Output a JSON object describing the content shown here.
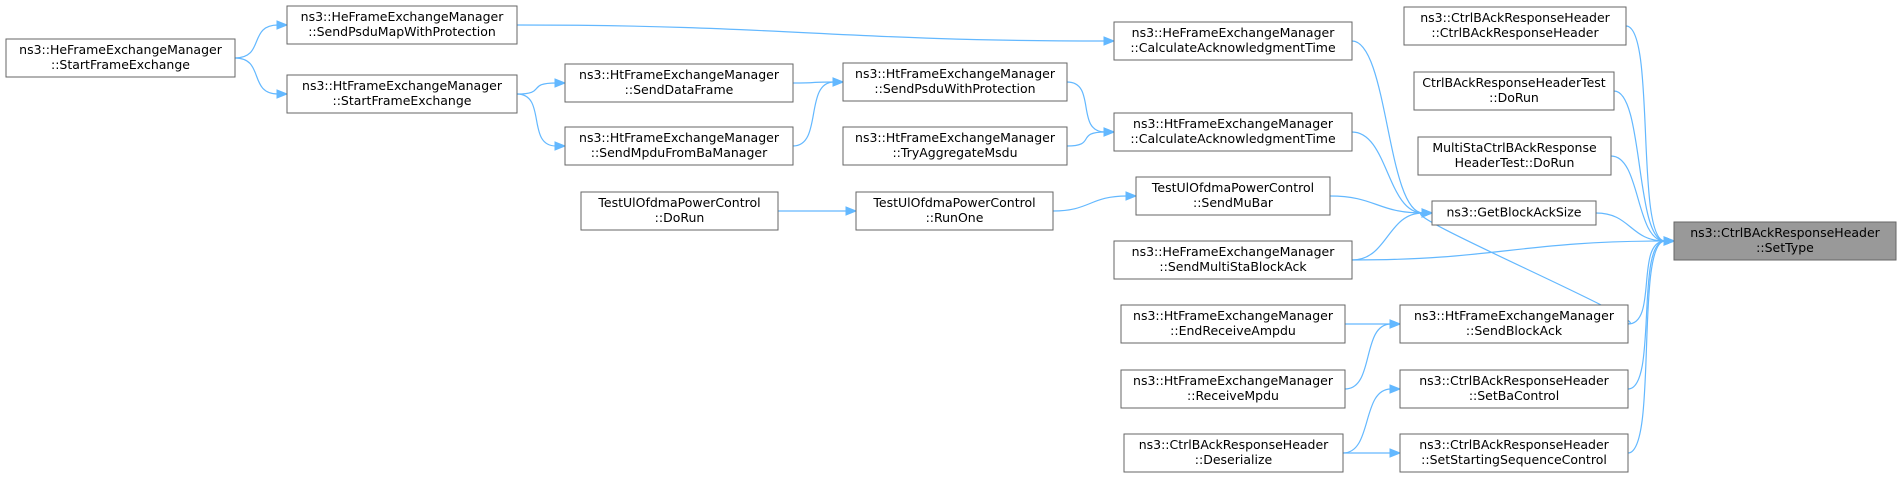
{
  "graph": {
    "nodes": [
      {
        "id": "root",
        "lines": [
          "ns3::CtrlBAckResponseHeader",
          "::SetType"
        ],
        "root": true
      },
      {
        "id": "getBlockAckSize",
        "lines": [
          "ns3::GetBlockAckSize"
        ]
      },
      {
        "id": "ctor",
        "lines": [
          "ns3::CtrlBAckResponseHeader",
          "::CtrlBAckResponseHeader"
        ]
      },
      {
        "id": "test1",
        "lines": [
          "CtrlBAckResponseHeaderTest",
          "::DoRun"
        ]
      },
      {
        "id": "test2",
        "lines": [
          "MultiStaCtrlBAckResponse",
          "HeaderTest::DoRun"
        ]
      },
      {
        "id": "sendBlockAck",
        "lines": [
          "ns3::HtFrameExchangeManager",
          "::SendBlockAck"
        ]
      },
      {
        "id": "setBaControl",
        "lines": [
          "ns3::CtrlBAckResponseHeader",
          "::SetBaControl"
        ]
      },
      {
        "id": "setStartSeq",
        "lines": [
          "ns3::CtrlBAckResponseHeader",
          "::SetStartingSequenceControl"
        ]
      },
      {
        "id": "heCalcAck",
        "lines": [
          "ns3::HeFrameExchangeManager",
          "::CalculateAcknowledgmentTime"
        ]
      },
      {
        "id": "htCalcAck",
        "lines": [
          "ns3::HtFrameExchangeManager",
          "::CalculateAcknowledgmentTime"
        ]
      },
      {
        "id": "sendMuBar",
        "lines": [
          "TestUlOfdmaPowerControl",
          "::SendMuBar"
        ]
      },
      {
        "id": "sendMultiSta",
        "lines": [
          "ns3::HeFrameExchangeManager",
          "::SendMultiStaBlockAck"
        ]
      },
      {
        "id": "endReceive",
        "lines": [
          "ns3::HtFrameExchangeManager",
          "::EndReceiveAmpdu"
        ]
      },
      {
        "id": "receiveMpdu",
        "lines": [
          "ns3::HtFrameExchangeManager",
          "::ReceiveMpdu"
        ]
      },
      {
        "id": "deserialize",
        "lines": [
          "ns3::CtrlBAckResponseHeader",
          "::Deserialize"
        ]
      },
      {
        "id": "sendPsduWP",
        "lines": [
          "ns3::HtFrameExchangeManager",
          "::SendPsduWithProtection"
        ]
      },
      {
        "id": "tryAgg",
        "lines": [
          "ns3::HtFrameExchangeManager",
          "::TryAggregateMsdu"
        ]
      },
      {
        "id": "runOne",
        "lines": [
          "TestUlOfdmaPowerControl",
          "::RunOne"
        ]
      },
      {
        "id": "sendDataFrame",
        "lines": [
          "ns3::HtFrameExchangeManager",
          "::SendDataFrame"
        ]
      },
      {
        "id": "sendMpduFromBa",
        "lines": [
          "ns3::HtFrameExchangeManager",
          "::SendMpduFromBaManager"
        ]
      },
      {
        "id": "doRunPC",
        "lines": [
          "TestUlOfdmaPowerControl",
          "::DoRun"
        ]
      },
      {
        "id": "sendPsduMap",
        "lines": [
          "ns3::HeFrameExchangeManager",
          "::SendPsduMapWithProtection"
        ]
      },
      {
        "id": "htStart",
        "lines": [
          "ns3::HtFrameExchangeManager",
          "::StartFrameExchange"
        ]
      },
      {
        "id": "heStart",
        "lines": [
          "ns3::HeFrameExchangeManager",
          "::StartFrameExchange"
        ]
      }
    ],
    "edges": [
      {
        "from": "getBlockAckSize",
        "to": "root"
      },
      {
        "from": "ctor",
        "to": "root"
      },
      {
        "from": "test1",
        "to": "root"
      },
      {
        "from": "test2",
        "to": "root"
      },
      {
        "from": "sendMultiSta",
        "to": "root"
      },
      {
        "from": "sendBlockAck",
        "to": "root"
      },
      {
        "from": "setBaControl",
        "to": "root"
      },
      {
        "from": "setStartSeq",
        "to": "root"
      },
      {
        "from": "heCalcAck",
        "to": "getBlockAckSize"
      },
      {
        "from": "htCalcAck",
        "to": "getBlockAckSize"
      },
      {
        "from": "sendMuBar",
        "to": "getBlockAckSize"
      },
      {
        "from": "sendMultiSta",
        "to": "getBlockAckSize"
      },
      {
        "from": "sendBlockAck",
        "to": "getBlockAckSize"
      },
      {
        "from": "endReceive",
        "to": "sendBlockAck"
      },
      {
        "from": "receiveMpdu",
        "to": "sendBlockAck"
      },
      {
        "from": "deserialize",
        "to": "setBaControl"
      },
      {
        "from": "deserialize",
        "to": "setStartSeq"
      },
      {
        "from": "sendPsduWP",
        "to": "htCalcAck"
      },
      {
        "from": "tryAgg",
        "to": "htCalcAck"
      },
      {
        "from": "runOne",
        "to": "sendMuBar"
      },
      {
        "from": "sendDataFrame",
        "to": "sendPsduWP"
      },
      {
        "from": "sendMpduFromBa",
        "to": "sendPsduWP"
      },
      {
        "from": "doRunPC",
        "to": "runOne"
      },
      {
        "from": "sendPsduMap",
        "to": "heCalcAck"
      },
      {
        "from": "htStart",
        "to": "sendDataFrame"
      },
      {
        "from": "htStart",
        "to": "sendMpduFromBa"
      },
      {
        "from": "heStart",
        "to": "sendPsduMap"
      },
      {
        "from": "heStart",
        "to": "htStart"
      }
    ]
  }
}
